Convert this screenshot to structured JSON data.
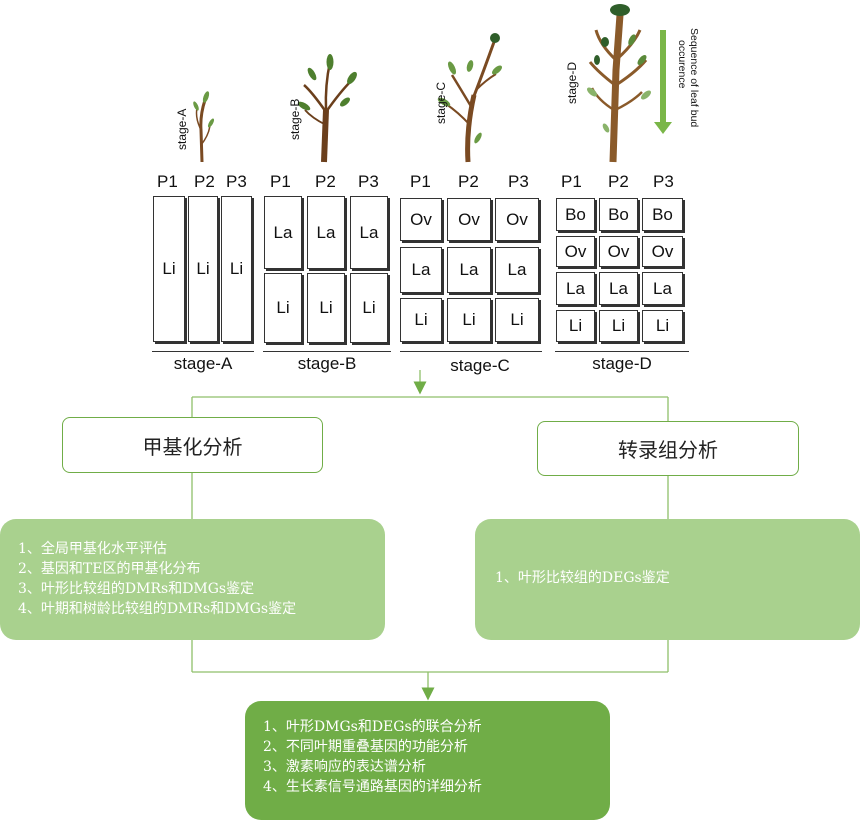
{
  "stages": [
    {
      "id": "stage-A",
      "label": "stage-A",
      "caption": "stage-A",
      "headers": [
        "P1",
        "P2",
        "P3"
      ],
      "rows": [
        [
          "Li",
          "Li",
          "Li"
        ]
      ]
    },
    {
      "id": "stage-B",
      "label": "stage-B",
      "caption": "stage-B",
      "headers": [
        "P1",
        "P2",
        "P3"
      ],
      "rows": [
        [
          "La",
          "La",
          "La"
        ],
        [
          "Li",
          "Li",
          "Li"
        ]
      ]
    },
    {
      "id": "stage-C",
      "label": "stage-C",
      "caption": "stage-C",
      "headers": [
        "P1",
        "P2",
        "P3"
      ],
      "rows": [
        [
          "Ov",
          "Ov",
          "Ov"
        ],
        [
          "La",
          "La",
          "La"
        ],
        [
          "Li",
          "Li",
          "Li"
        ]
      ]
    },
    {
      "id": "stage-D",
      "label": "stage-D",
      "caption": "stage-D",
      "headers": [
        "P1",
        "P2",
        "P3"
      ],
      "rows": [
        [
          "Bo",
          "Bo",
          "Bo"
        ],
        [
          "Ov",
          "Ov",
          "Ov"
        ],
        [
          "La",
          "La",
          "La"
        ],
        [
          "Li",
          "Li",
          "Li"
        ]
      ]
    }
  ],
  "sequence_note": {
    "line1": "Sequence of leaf bud",
    "line2": "occurence"
  },
  "methylation": {
    "title": "甲基化分析",
    "items": [
      "1、全局甲基化水平评估",
      "2、基因和TE区的甲基化分布",
      "3、叶形比较组的DMRs和DMGs鉴定",
      "4、叶期和树龄比较组的DMRs和DMGs鉴定"
    ]
  },
  "transcriptome": {
    "title": "转录组分析",
    "items": [
      "1、叶形比较组的DEGs鉴定"
    ]
  },
  "integration": {
    "items": [
      "1、叶形DMGs和DEGs的联合分析",
      "2、不同叶期重叠基因的功能分析",
      "3、激素响应的表达谱分析",
      "4、生长素信号通路基因的详细分析"
    ]
  },
  "colors": {
    "green_dark": "#70ad47",
    "green_light": "#a9d18e",
    "trunk": "#7a4a22",
    "leaf": "#5a8a3a"
  }
}
